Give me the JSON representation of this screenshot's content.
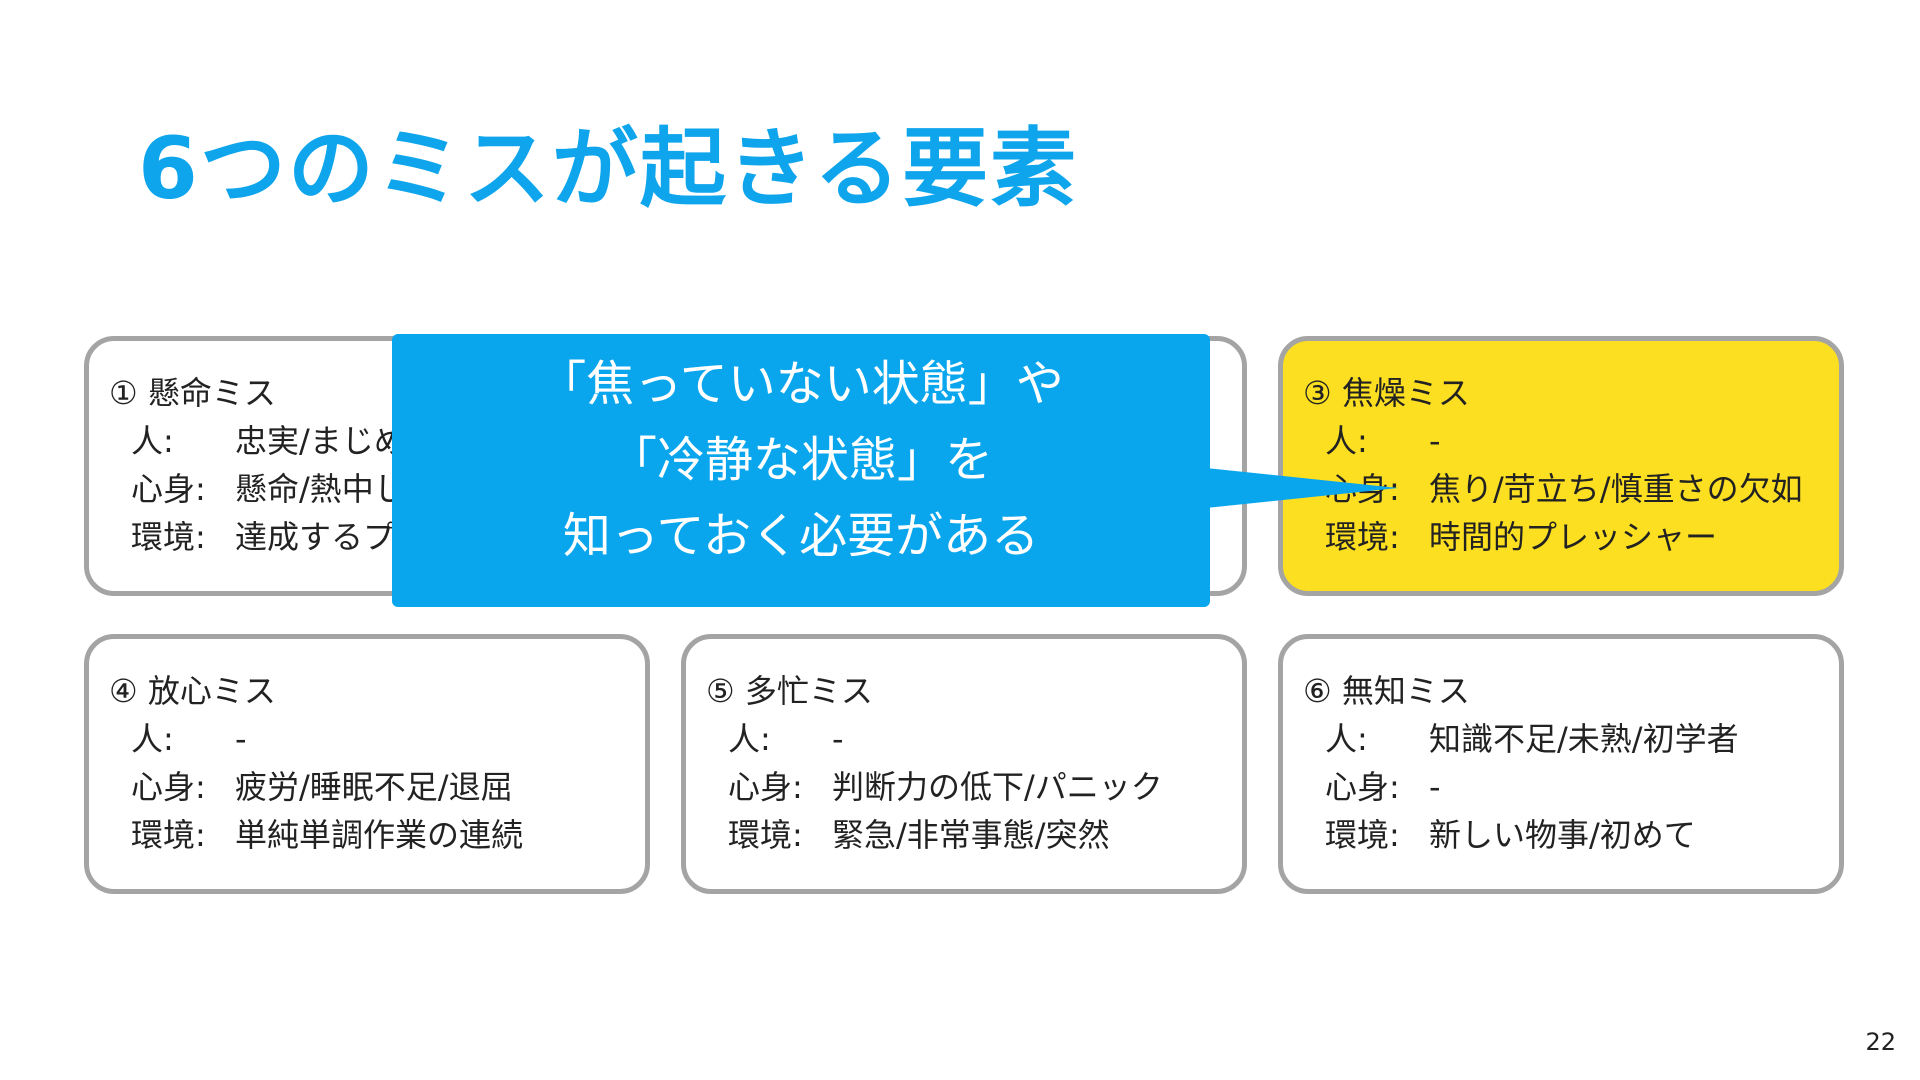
{
  "title": "6つのミスが起きる要素",
  "page_number": "22",
  "colors": {
    "title": "#0ea5ec",
    "callout": "#09a6ee",
    "highlight_card": "#fcdf21",
    "card_border": "#a4a4a4"
  },
  "callout": {
    "lines": [
      "「焦っていない状態」や",
      "「冷静な状態」を",
      "知っておく必要がある"
    ]
  },
  "cards": [
    {
      "title": "① 懸命ミス",
      "rows": [
        {
          "label": "人:",
          "value": "忠実/まじめ"
        },
        {
          "label": "心身:",
          "value": "懸命/熱中し"
        },
        {
          "label": "環境:",
          "value": "達成するプ"
        }
      ]
    },
    {
      "title": "",
      "rows": []
    },
    {
      "title": "③ 焦燥ミス",
      "highlighted": true,
      "rows": [
        {
          "label": "人:",
          "value": "-"
        },
        {
          "label": "心身:",
          "value": "焦り/苛立ち/慎重さの欠如"
        },
        {
          "label": "環境:",
          "value": "時間的プレッシャー"
        }
      ]
    },
    {
      "title": "④ 放心ミス",
      "rows": [
        {
          "label": "人:",
          "value": "-"
        },
        {
          "label": "心身:",
          "value": "疲労/睡眠不足/退屈"
        },
        {
          "label": "環境:",
          "value": "単純単調作業の連続"
        }
      ]
    },
    {
      "title": "⑤ 多忙ミス",
      "rows": [
        {
          "label": "人:",
          "value": "-"
        },
        {
          "label": "心身:",
          "value": "判断力の低下/パニック"
        },
        {
          "label": "環境:",
          "value": "緊急/非常事態/突然"
        }
      ]
    },
    {
      "title": "⑥ 無知ミス",
      "rows": [
        {
          "label": "人:",
          "value": "知識不足/未熟/初学者"
        },
        {
          "label": "心身:",
          "value": "-"
        },
        {
          "label": "環境:",
          "value": "新しい物事/初めて"
        }
      ]
    }
  ]
}
